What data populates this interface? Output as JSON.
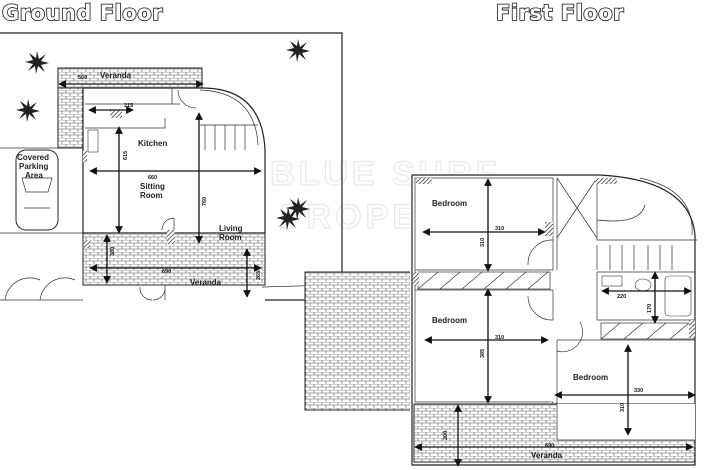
{
  "titles": {
    "ground": "Ground Floor",
    "first": "First Floor"
  },
  "watermark": {
    "line1": "BLUE SURF",
    "line2": "PROPERTY"
  },
  "ground_floor": {
    "rooms": {
      "veranda_top": "Veranda",
      "kitchen": "Kitchen",
      "sitting_room_1": "Sitting",
      "sitting_room_2": "Room",
      "living_room_1": "Living",
      "living_room_2": "Room",
      "veranda_bottom": "Veranda",
      "parking_1": "Covered",
      "parking_2": "Parking",
      "parking_3": "Area"
    },
    "dimensions": {
      "veranda_top_width": "560",
      "wc_width": "215",
      "kitchen_depth": "615",
      "house_width": "660",
      "living_depth": "760",
      "front_veranda_depth": "380",
      "veranda_width": "690",
      "veranda_depth": "265"
    }
  },
  "first_floor": {
    "rooms": {
      "bedroom_1": "Bedroom",
      "bedroom_2": "Bedroom",
      "bedroom_3": "Bedroom",
      "veranda": "Veranda"
    },
    "dimensions": {
      "bedroom_1_width": "310",
      "bedroom_1_depth": "310",
      "bedroom_2_width": "310",
      "bedroom_2_depth": "385",
      "bath_width": "220",
      "bath_depth": "170",
      "bedroom_3_width": "330",
      "bedroom_3_depth": "310",
      "veranda_depth": "200",
      "veranda_width": "690"
    }
  }
}
